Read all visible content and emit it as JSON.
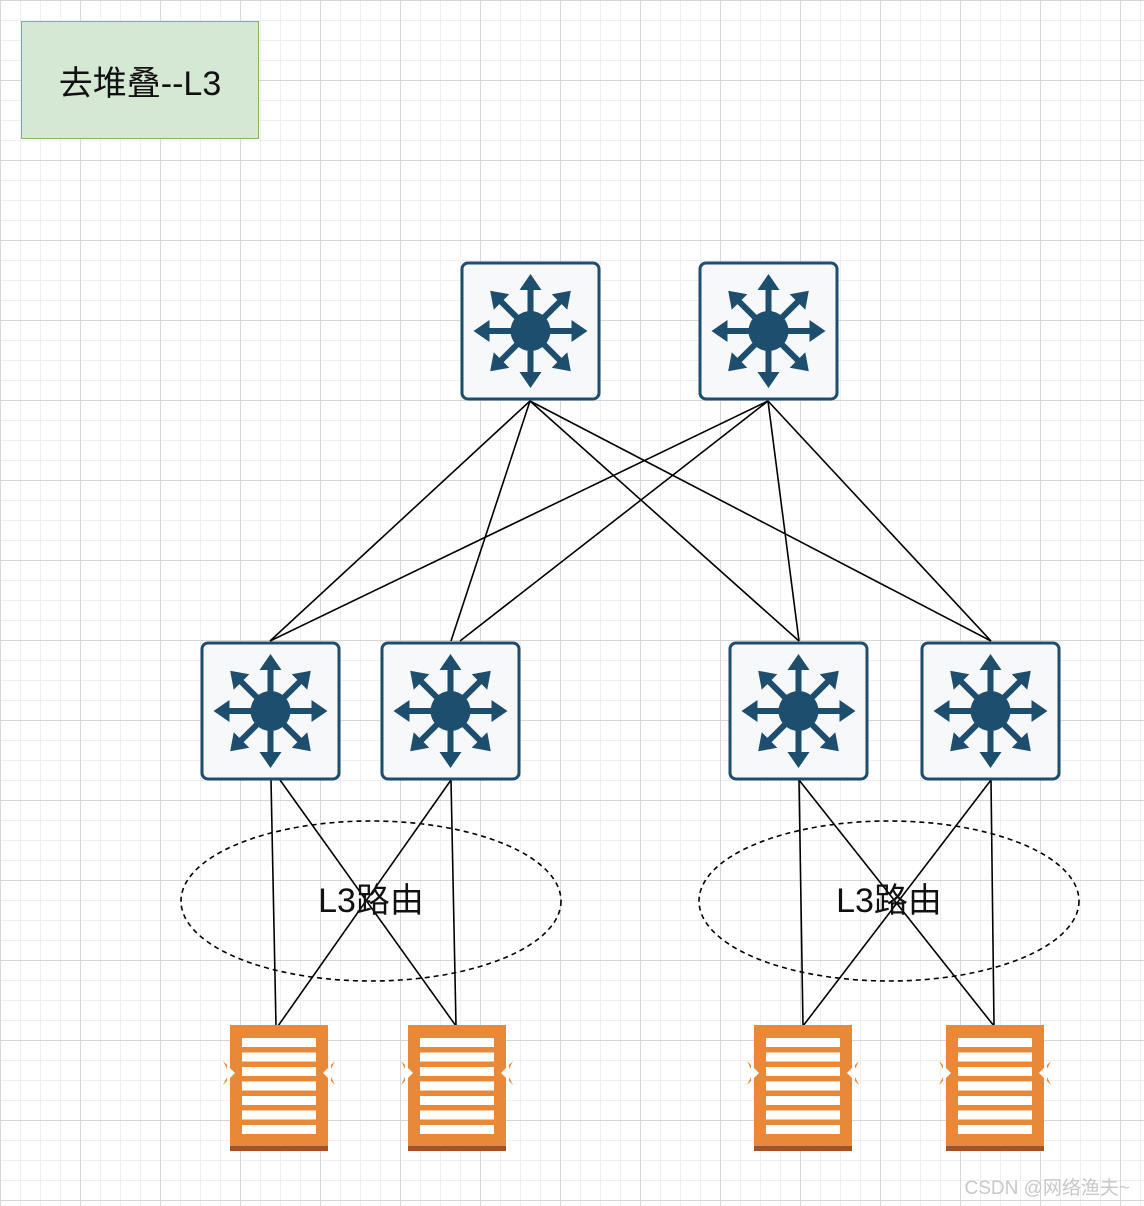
{
  "diagram": {
    "title": "去堆叠--L3",
    "routing_labels": [
      "L3路由",
      "L3路由"
    ],
    "watermark": "CSDN @网络渔夫~"
  },
  "nodes": {
    "core_switches": [
      "l3-switch-icon",
      "l3-switch-icon"
    ],
    "access_switches": [
      "l3-switch-icon",
      "l3-switch-icon",
      "l3-switch-icon",
      "l3-switch-icon"
    ],
    "servers": [
      "server-icon",
      "server-icon",
      "server-icon",
      "server-icon"
    ]
  },
  "colors": {
    "switch_fill": "#1e4e6e",
    "switch_bg": "#f7f8f9",
    "server_orange": "#e8893a",
    "server_dark": "#a0522d",
    "title_fill": "#d5e8d4",
    "title_border": "#82b366"
  }
}
